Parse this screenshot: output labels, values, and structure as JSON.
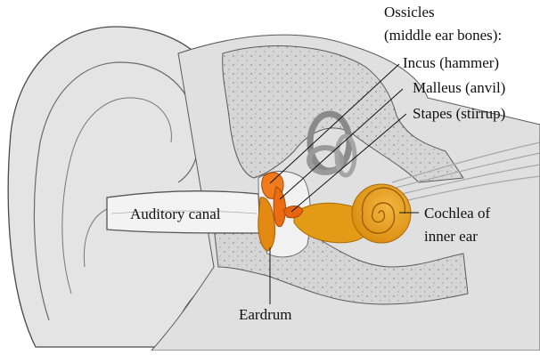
{
  "labels": {
    "ossicles_line1": "Ossicles",
    "ossicles_line2": "(middle ear bones):",
    "incus": "Incus (hammer)",
    "malleus": "Malleus (anvil)",
    "stapes": "Stapes (stirrup)",
    "cochlea_line1": "Cochlea of",
    "cochlea_line2": "inner ear",
    "auditory_canal": "Auditory canal",
    "eardrum": "Eardrum"
  },
  "colors": {
    "background": "#ffffff",
    "tissue": "#dcdcdc",
    "tissue_dark": "#c4c4c4",
    "bone": "#e8e8e8",
    "outline": "#4a4a4a",
    "cochlea": "#e39a16",
    "cochlea_dark": "#b8720a",
    "ossicle": "#e8650f",
    "leader": "#111111"
  }
}
